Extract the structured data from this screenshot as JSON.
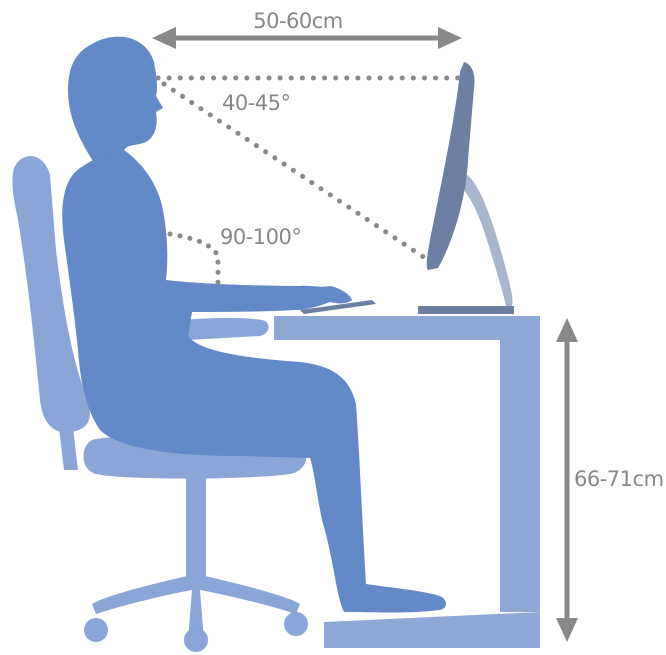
{
  "labels": {
    "viewing_distance": "50-60cm",
    "gaze_angle": "40-45°",
    "elbow_angle": "90-100°",
    "desk_height": "66-71cm"
  },
  "colors": {
    "person": "#6489c8",
    "person_shade": "#5a7fc0",
    "chair": "#8aa6d6",
    "desk": "#8fa9d7",
    "monitor": "#6d7fa3",
    "monitor_stand": "#a9b6cc",
    "measure": "#888888",
    "dots": "#8a8a8a"
  }
}
